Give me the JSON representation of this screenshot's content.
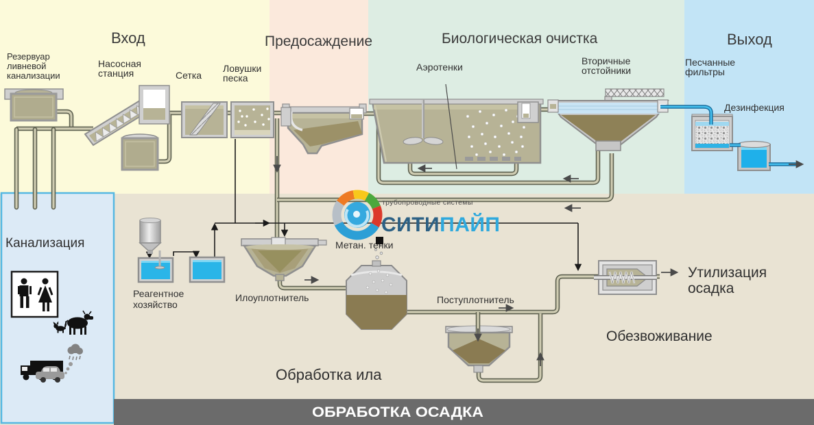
{
  "header_zones": {
    "input": "Вход",
    "presettling": "Предосаждение",
    "biological": "Биологическая очистка",
    "output": "Выход"
  },
  "equipment_labels": {
    "storm_reservoir": [
      "Резервуар",
      "ливневой",
      "канализации"
    ],
    "pump_station": [
      "Насосная",
      "станция"
    ],
    "screen": "Сетка",
    "sand_traps": [
      "Ловушки",
      "песка"
    ],
    "aeration_tanks": "Аэротенки",
    "secondary_clarifiers": [
      "Вторичные",
      "отстойники"
    ],
    "sand_filters": [
      "Песчанные",
      "фильтры"
    ],
    "disinfection": "Дезинфекция",
    "reagent_facility": [
      "Реагентное",
      "хозяйство"
    ],
    "sludge_thickener": "Илоуплотнитель",
    "methane_tanks": "Метан. тенки",
    "post_thickener": "Поступлотнитель",
    "sludge_disposal": [
      "Утилизация",
      "осадка"
    ]
  },
  "section_labels": {
    "sewage": "Канализация",
    "sludge_processing": "Обработка ила",
    "dewatering": "Обезвоживание",
    "footer": "ОБРАБОТКА ОСАДКА"
  },
  "logo": {
    "tagline": "трубопроводные системы",
    "brand_part1": "СИТИ",
    "brand_part2": "ПАЙП"
  },
  "colors": {
    "zone_input_bg": "#FCFADA",
    "zone_presettling_bg": "#FBE9DC",
    "zone_biological_bg": "#DDEDE3",
    "zone_output_bg": "#C2E4F6",
    "zone_sludge_bg": "#E9E3D3",
    "sewage_panel_bg": "#DCEAF6",
    "sewage_panel_border": "#55B8E2",
    "footer_bar_bg": "#6B6B6B",
    "footer_text": "#FFFFFF",
    "pipe_outline": "#5E6150",
    "pipe_fill": "#CFCCB2",
    "water_blue": "#29B5E8",
    "tank_liquid": "#B7B396",
    "sludge_brown": "#8A7B52",
    "metal_gray": "#C9C9C9",
    "brand_dark_blue": "#2C6084",
    "brand_light_blue": "#2FA9DD",
    "label_text": "#2F2F2F"
  }
}
